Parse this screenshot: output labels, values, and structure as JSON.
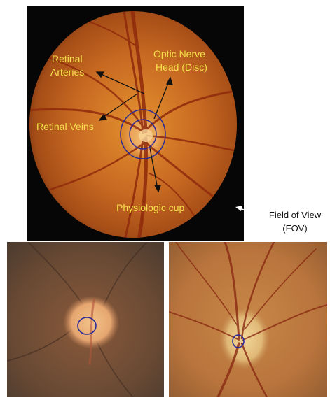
{
  "labels": {
    "retinal_arteries": [
      "Retinal",
      "Arteries"
    ],
    "optic_nerve_head": [
      "Optic Nerve",
      "Head (Disc)"
    ],
    "retinal_veins": "Retinal Veins",
    "physiologic_cup": "Physiologic cup",
    "field_of_view": [
      "Field of View",
      "(FOV)"
    ]
  },
  "colors": {
    "label_text": "#f5e04a",
    "arrow": "#111111",
    "marker_circle": "#2a2a9a",
    "background_dark": "#060606"
  }
}
